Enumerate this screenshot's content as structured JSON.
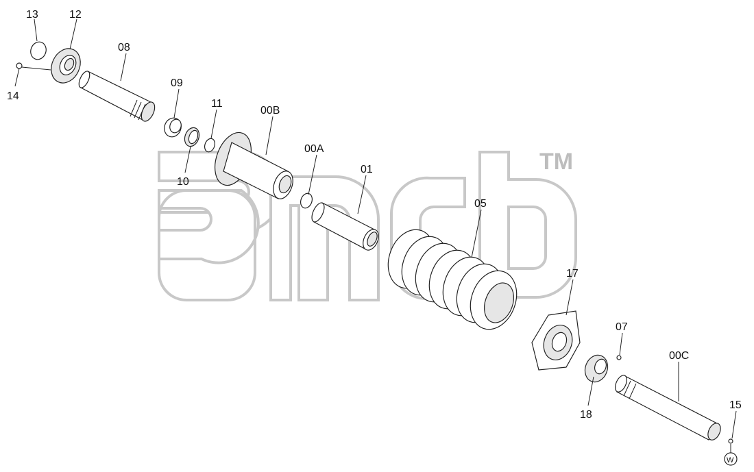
{
  "diagram": {
    "labels": {
      "p13": "13",
      "p12": "12",
      "p14": "14",
      "p08": "08",
      "p09": "09",
      "p10": "10",
      "p11": "11",
      "p00B": "00B",
      "p00A": "00A",
      "p01": "01",
      "p05": "05",
      "p17": "17",
      "p07": "07",
      "p00C": "00C",
      "p18": "18",
      "p15": "15",
      "w": "W"
    },
    "watermark": {
      "tm": "TM"
    }
  }
}
